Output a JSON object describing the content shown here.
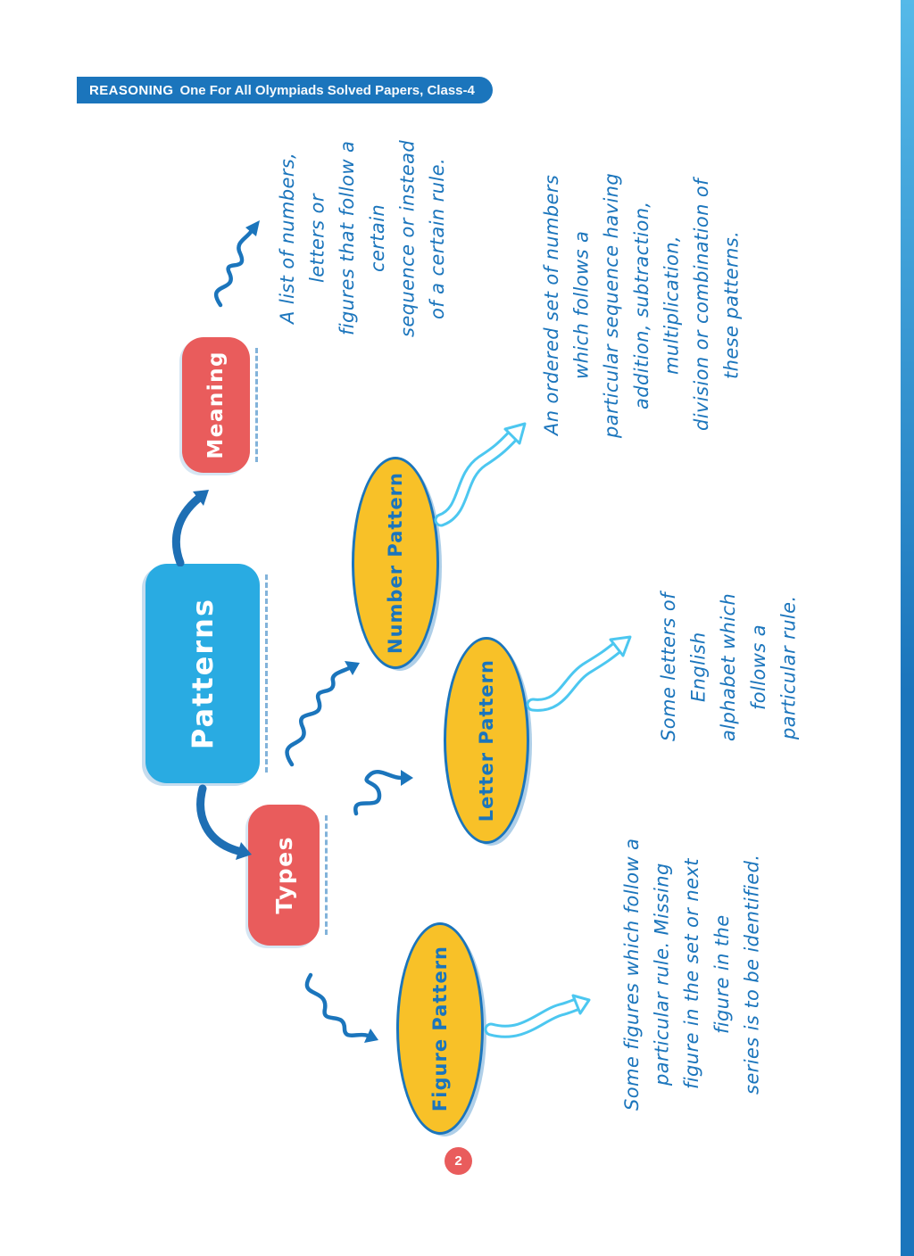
{
  "header": {
    "title_bold": "REASONING",
    "title_rest": "One For All Olympiads Solved Papers, Class-4"
  },
  "diagram": {
    "root": {
      "label": "Patterns"
    },
    "meaning": {
      "label": "Meaning",
      "note": [
        "A list of numbers,",
        "letters or",
        "figures that follow a",
        "certain",
        "sequence or instead",
        "of a certain rule."
      ]
    },
    "types": {
      "label": "Types"
    },
    "number": {
      "label": "Number Pattern",
      "note": [
        "An ordered set of numbers",
        "which follows a",
        "particular sequence having",
        "addition, subtraction,",
        "multiplication,",
        "division or combination of",
        "these patterns."
      ]
    },
    "letter": {
      "label": "Letter Pattern",
      "note": [
        "Some letters of",
        "English",
        "alphabet which",
        "follows a",
        "particular rule."
      ]
    },
    "figure": {
      "label": "Figure Pattern",
      "note": [
        "Some figures which follow a",
        "particular rule. Missing",
        "figure in the set or next",
        "figure in the",
        "series is to be identified."
      ]
    }
  },
  "footer": {
    "page_number": "2"
  },
  "colors": {
    "header_blue": "#1B75BC",
    "node_blue": "#29ABE2",
    "node_red": "#E95C5C",
    "node_yellow": "#F8C128",
    "ink_blue": "#1B75BC",
    "arrow_cyan": "#4CC7F0"
  }
}
